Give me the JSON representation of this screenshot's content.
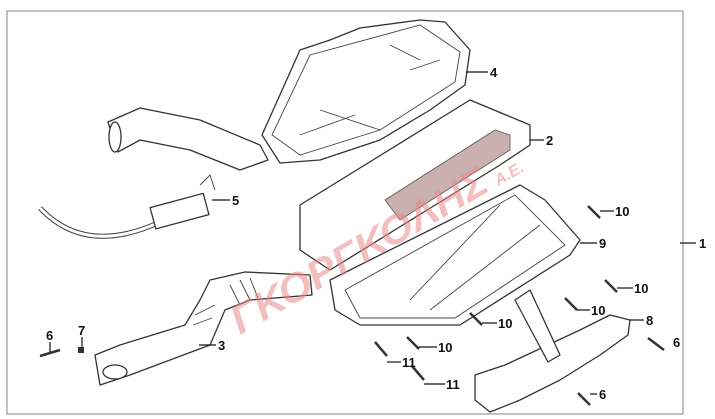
{
  "watermark": {
    "main": "ΓΚΟΡΓΚΟΛΗΣ",
    "suffix": "Α.Ε.",
    "color": "#e88a8a"
  },
  "callouts": [
    {
      "id": "4",
      "label": "4"
    },
    {
      "id": "2",
      "label": "2"
    },
    {
      "id": "5",
      "label": "5"
    },
    {
      "id": "10a",
      "label": "10"
    },
    {
      "id": "9",
      "label": "9"
    },
    {
      "id": "1",
      "label": "1"
    },
    {
      "id": "10b",
      "label": "10"
    },
    {
      "id": "10c",
      "label": "10"
    },
    {
      "id": "8",
      "label": "8"
    },
    {
      "id": "10d",
      "label": "10"
    },
    {
      "id": "6a",
      "label": "6"
    },
    {
      "id": "3",
      "label": "3"
    },
    {
      "id": "6b",
      "label": "6"
    },
    {
      "id": "7",
      "label": "7"
    },
    {
      "id": "10e",
      "label": "10"
    },
    {
      "id": "11a",
      "label": "11"
    },
    {
      "id": "11b",
      "label": "11"
    },
    {
      "id": "6c",
      "label": "6"
    }
  ]
}
